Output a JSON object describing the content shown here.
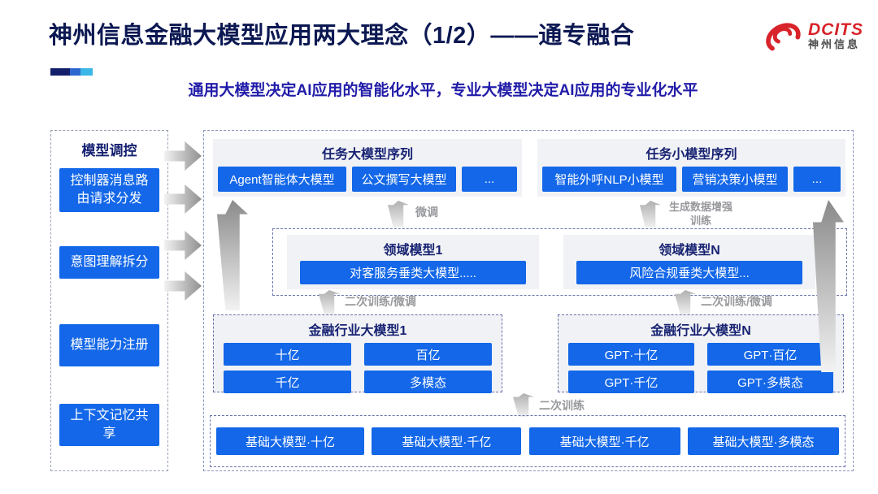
{
  "header": {
    "title": "神州信息金融大模型应用两大理念（1/2）——通专融合",
    "subtitle": "通用大模型决定AI应用的智能化水平，专业大模型决定AI应用的专业化水平",
    "logo": {
      "brand": "DCITS",
      "brand_cn": "神州信息"
    }
  },
  "sidebar": {
    "title": "模型调控",
    "items": [
      "控制器消息路由请求分发",
      "意图理解拆分",
      "模型能力注册",
      "上下文记忆共享"
    ]
  },
  "diagram": {
    "task_large": {
      "title": "任务大模型序列",
      "items": [
        "Agent智能体大模型",
        "公文撰写大模型",
        "..."
      ]
    },
    "task_small": {
      "title": "任务小模型序列",
      "items": [
        "智能外呼NLP小模型",
        "营销决策小模型",
        "..."
      ]
    },
    "annotations": {
      "finetune": "微调",
      "gen_data_train": "生成数据增强训练",
      "second_train_finetune": "二次训练/微调",
      "second_train": "二次训练"
    },
    "domain1": {
      "title": "领域模型1",
      "item": "对客服务垂类大模型....."
    },
    "domainN": {
      "title": "领域模型N",
      "item": "风险合规垂类大模型..."
    },
    "industry1": {
      "title": "金融行业大模型1",
      "items": [
        "十亿",
        "百亿",
        "千亿",
        "多模态"
      ]
    },
    "industryN": {
      "title": "金融行业大模型N",
      "items": [
        "GPT·十亿",
        "GPT·百亿",
        "GPT·千亿",
        "GPT·多模态"
      ]
    },
    "base_models": [
      "基础大模型·十亿",
      "基础大模型·千亿",
      "基础大模型·千亿",
      "基础大模型·多模态"
    ]
  },
  "colors": {
    "accent_blue": "#1367e8",
    "header_navy": "#172272",
    "title_navy": "#0c1852",
    "subtitle_blue": "#211ca8",
    "brand_red": "#d8232a",
    "annotation_gray": "#98999d",
    "deco_segments": [
      "#141f6b",
      "#2e66d0",
      "#3ab7e6"
    ]
  }
}
